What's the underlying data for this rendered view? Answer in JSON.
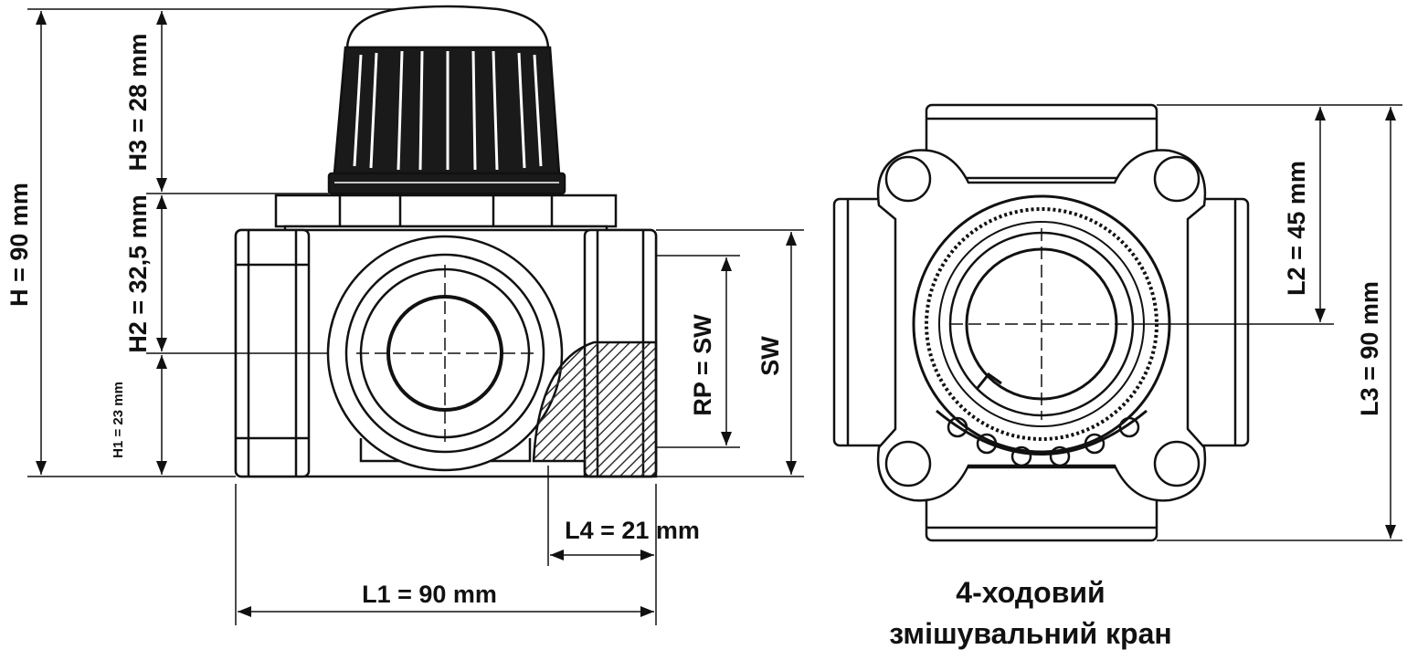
{
  "colors": {
    "ink": "#111111",
    "paper": "#ffffff",
    "knob": "#1a1a1a",
    "hatch": "#333333"
  },
  "dimensions": {
    "H": "H = 90 mm",
    "H1": "H1 = 23 mm",
    "H2": "H2 = 32,5 mm",
    "H3": "H3 = 28 mm",
    "RP": "RP = SW",
    "SW": "SW",
    "L1": "L1 = 90 mm",
    "L2": "L2 = 45 mm",
    "L3": "L3 = 90 mm",
    "L4": "L4 = 21 mm"
  },
  "caption": {
    "line1": "4-ходовий",
    "line2": "змішувальний кран"
  }
}
